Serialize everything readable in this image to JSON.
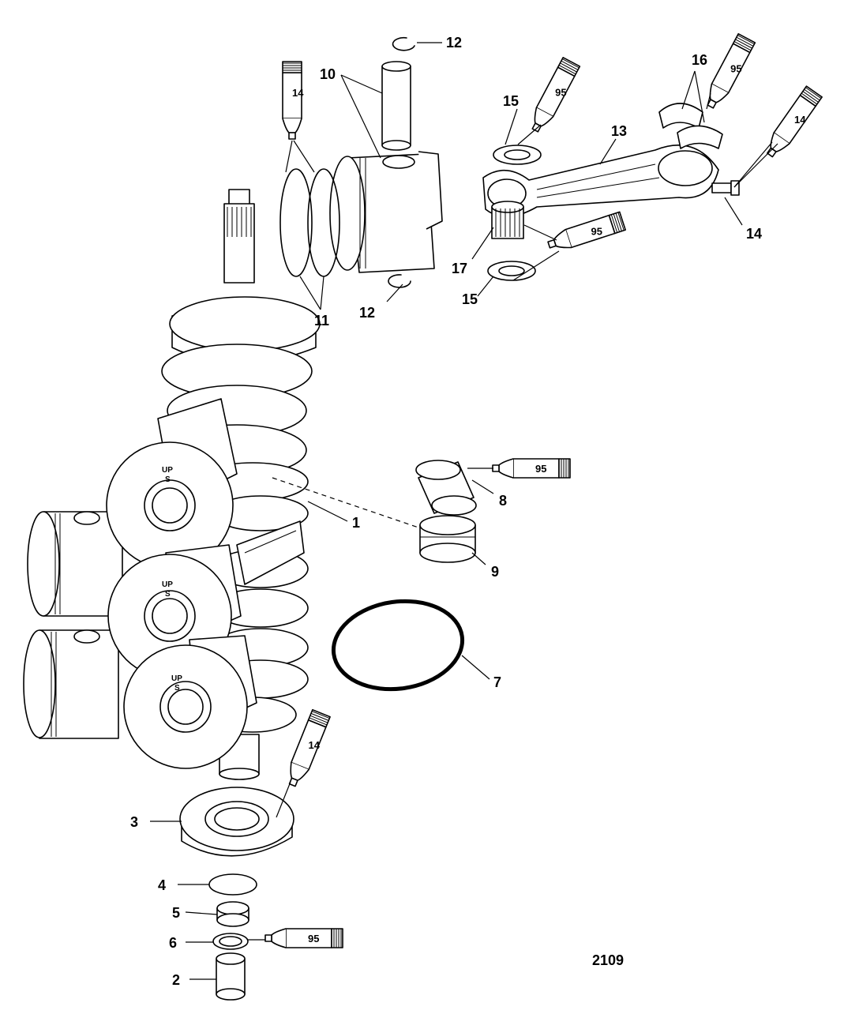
{
  "figure_id": "2109",
  "piston_marks": {
    "up": "UP",
    "s": "S"
  },
  "callouts": {
    "c1": "1",
    "c2": "2",
    "c3": "3",
    "c4": "4",
    "c5": "5",
    "c6": "6",
    "c7": "7",
    "c8": "8",
    "c9": "9",
    "c10": "10",
    "c11": "11",
    "c12a": "12",
    "c12b": "12",
    "c13": "13",
    "c14a": "14",
    "c15a": "15",
    "c15b": "15",
    "c16": "16",
    "c17": "17"
  },
  "lubricant_tubes": {
    "t_ring": "14",
    "t_washer": "95",
    "t_cage": "95",
    "t_bolt": "14",
    "t_needle": "95",
    "t_bearing8": "95",
    "t_bearing3": "14",
    "t_seal6": "95"
  }
}
